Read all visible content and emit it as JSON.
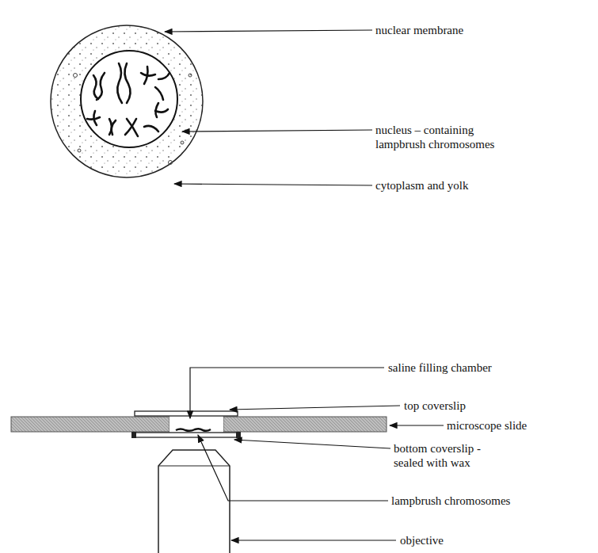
{
  "diagram": {
    "labels": [
      "nuclear membrane",
      "nucleus – containing lampbrush chromosomes",
      "cytoplasm and yolk",
      "saline filling chamber",
      "top coverslip",
      "microscope slide",
      "bottom coverslip - sealed with wax",
      "lampbrush chromosomes",
      "objective"
    ]
  }
}
